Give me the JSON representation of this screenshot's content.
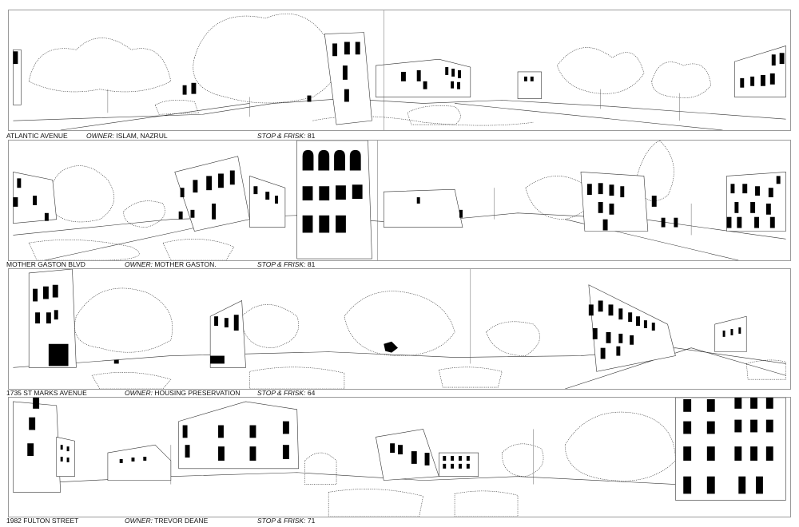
{
  "rows": [
    {
      "street": "ATLANTIC AVENUE",
      "owner_label": "OWNER:",
      "owner": "ISLAM, NAZRUL",
      "stop_label": "STOP & FRISK:",
      "stop": "81"
    },
    {
      "street": "MOTHER GASTON BLVD",
      "owner_label": "OWNER:",
      "owner": "MOTHER GASTON.",
      "stop_label": "STOP & FRISK:",
      "stop": "81"
    },
    {
      "street": "1735 ST MARKS AVENUE",
      "owner_label": "OWNER:",
      "owner": "HOUSING PRESERVATION",
      "stop_label": "STOP & FRISK:",
      "stop": "64"
    },
    {
      "street": "1982 FULTON STREET",
      "owner_label": "OWNER:",
      "owner": "TREVOR DEANE",
      "stop_label": "STOP & FRISK:",
      "stop": "71"
    }
  ]
}
